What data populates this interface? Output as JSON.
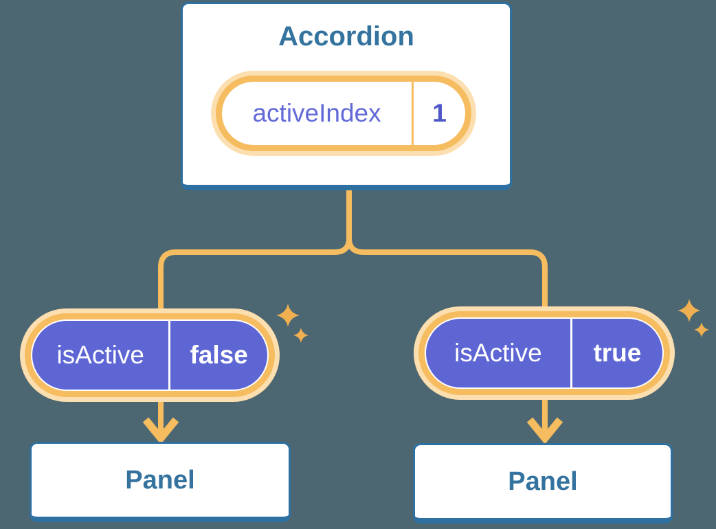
{
  "accordion": {
    "title": "Accordion",
    "state": {
      "name": "activeIndex",
      "value": "1"
    }
  },
  "branches": [
    {
      "prop": {
        "name": "isActive",
        "value": "false"
      },
      "panel": {
        "title": "Panel"
      }
    },
    {
      "prop": {
        "name": "isActive",
        "value": "true"
      },
      "panel": {
        "title": "Panel"
      }
    }
  ],
  "icons": {
    "sparkle": "four-point-star"
  },
  "colors": {
    "background": "#4C6771",
    "card_border_blue": "#2E70A1",
    "heading_text_blue": "#35739F",
    "connector_orange": "#F6BC60",
    "pill_halo_peach": "#FCDFB0",
    "pill_purple": "#5E66D4",
    "state_label_purple": "#636AD8",
    "state_value_purple": "#4F57C9",
    "sparkle_orange": "#F0B052"
  }
}
